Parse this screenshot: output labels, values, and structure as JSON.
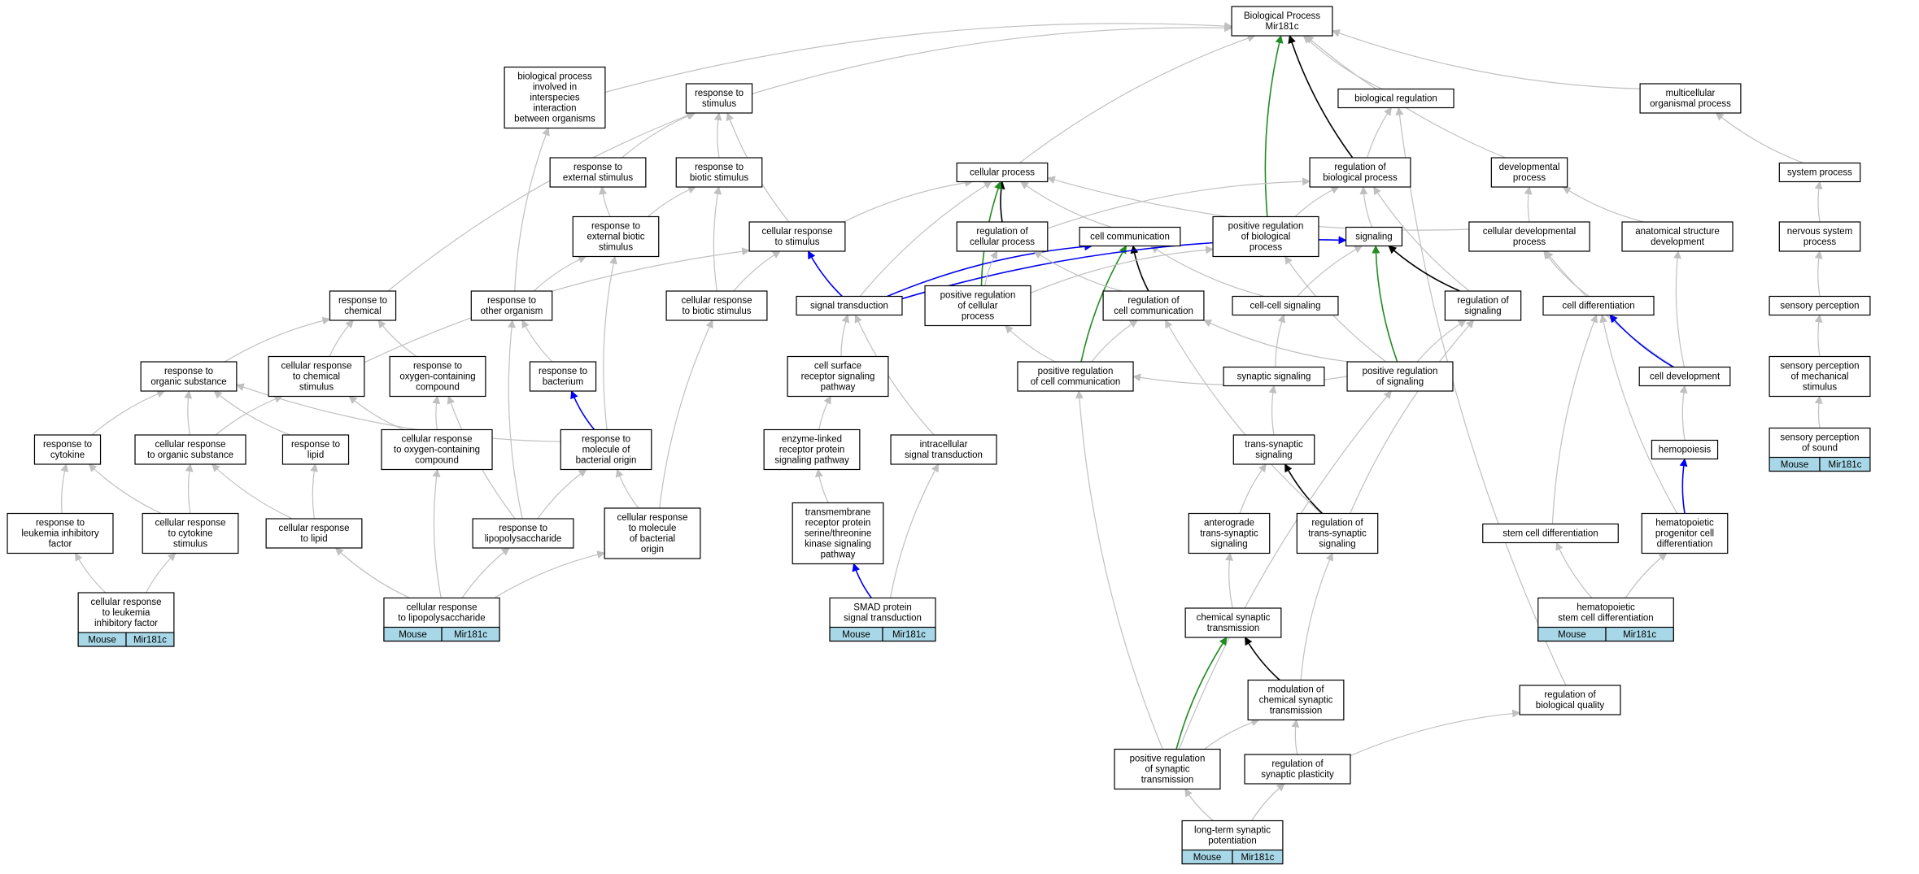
{
  "nodes": [
    {
      "id": "bp",
      "lines": [
        "Biological Process",
        "Mir181c"
      ]
    },
    {
      "id": "bpii",
      "lines": [
        "biological process",
        "involved in",
        "interspecies",
        "interaction",
        "between organisms"
      ]
    },
    {
      "id": "rts",
      "lines": [
        "response to",
        "stimulus"
      ]
    },
    {
      "id": "breg",
      "lines": [
        "biological regulation"
      ]
    },
    {
      "id": "mop",
      "lines": [
        "multicellular",
        "organismal process"
      ]
    },
    {
      "id": "rtes",
      "lines": [
        "response to",
        "external stimulus"
      ]
    },
    {
      "id": "rtbs",
      "lines": [
        "response to",
        "biotic stimulus"
      ]
    },
    {
      "id": "cp",
      "lines": [
        "cellular process"
      ]
    },
    {
      "id": "robp",
      "lines": [
        "regulation of",
        "biological process"
      ]
    },
    {
      "id": "dp",
      "lines": [
        "developmental",
        "process"
      ]
    },
    {
      "id": "sp",
      "lines": [
        "system process"
      ]
    },
    {
      "id": "rtebs",
      "lines": [
        "response to",
        "external biotic",
        "stimulus"
      ]
    },
    {
      "id": "crts",
      "lines": [
        "cellular response",
        "to stimulus"
      ]
    },
    {
      "id": "rocp",
      "lines": [
        "regulation of",
        "cellular process"
      ]
    },
    {
      "id": "cc",
      "lines": [
        "cell communication"
      ]
    },
    {
      "id": "prbp",
      "lines": [
        "positive regulation",
        "of biological",
        "process"
      ]
    },
    {
      "id": "sig",
      "lines": [
        "signaling"
      ]
    },
    {
      "id": "cdp",
      "lines": [
        "cellular developmental",
        "process"
      ]
    },
    {
      "id": "asd",
      "lines": [
        "anatomical structure",
        "development"
      ]
    },
    {
      "id": "nsp",
      "lines": [
        "nervous system",
        "process"
      ]
    },
    {
      "id": "rtc",
      "lines": [
        "response to",
        "chemical"
      ]
    },
    {
      "id": "rtoo",
      "lines": [
        "response to",
        "other organism"
      ]
    },
    {
      "id": "crtbs",
      "lines": [
        "cellular response",
        "to biotic stimulus"
      ]
    },
    {
      "id": "st",
      "lines": [
        "signal transduction"
      ]
    },
    {
      "id": "prcp",
      "lines": [
        "positive regulation",
        "of cellular",
        "process"
      ]
    },
    {
      "id": "rcc",
      "lines": [
        "regulation of",
        "cell communication"
      ]
    },
    {
      "id": "ccs",
      "lines": [
        "cell-cell signaling"
      ]
    },
    {
      "id": "ros",
      "lines": [
        "regulation of",
        "signaling"
      ]
    },
    {
      "id": "cd",
      "lines": [
        "cell differentiation"
      ]
    },
    {
      "id": "spc",
      "lines": [
        "sensory perception"
      ]
    },
    {
      "id": "rtos",
      "lines": [
        "response to",
        "organic substance"
      ]
    },
    {
      "id": "crtcs",
      "lines": [
        "cellular response",
        "to chemical",
        "stimulus"
      ]
    },
    {
      "id": "rtooc",
      "lines": [
        "response to",
        "oxygen-containing",
        "compound"
      ]
    },
    {
      "id": "rtb",
      "lines": [
        "response to",
        "bacterium"
      ]
    },
    {
      "id": "csrsp",
      "lines": [
        "cell surface",
        "receptor signaling",
        "pathway"
      ]
    },
    {
      "id": "prcc",
      "lines": [
        "positive regulation",
        "of cell communication"
      ]
    },
    {
      "id": "ss",
      "lines": [
        "synaptic signaling"
      ]
    },
    {
      "id": "prs",
      "lines": [
        "positive regulation",
        "of signaling"
      ]
    },
    {
      "id": "cdev",
      "lines": [
        "cell development"
      ]
    },
    {
      "id": "spms",
      "lines": [
        "sensory perception",
        "of mechanical",
        "stimulus"
      ]
    },
    {
      "id": "rtcy",
      "lines": [
        "response to",
        "cytokine"
      ]
    },
    {
      "id": "crtos",
      "lines": [
        "cellular response",
        "to organic substance"
      ]
    },
    {
      "id": "rtl",
      "lines": [
        "response to",
        "lipid"
      ]
    },
    {
      "id": "crtooc",
      "lines": [
        "cellular response",
        "to oxygen-containing",
        "compound"
      ]
    },
    {
      "id": "rtmbo",
      "lines": [
        "response to",
        "molecule of",
        "bacterial origin"
      ]
    },
    {
      "id": "elrsp",
      "lines": [
        "enzyme-linked",
        "receptor protein",
        "signaling pathway"
      ]
    },
    {
      "id": "ist",
      "lines": [
        "intracellular",
        "signal transduction"
      ]
    },
    {
      "id": "tss",
      "lines": [
        "trans-synaptic",
        "signaling"
      ]
    },
    {
      "id": "hemo",
      "lines": [
        "hemopoiesis"
      ]
    },
    {
      "id": "spos",
      "lines": [
        "sensory perception",
        "of sound"
      ],
      "badge": true
    },
    {
      "id": "rtlif",
      "lines": [
        "response to",
        "leukemia inhibitory",
        "factor"
      ]
    },
    {
      "id": "crtcys",
      "lines": [
        "cellular response",
        "to cytokine",
        "stimulus"
      ]
    },
    {
      "id": "crtl",
      "lines": [
        "cellular response",
        "to lipid"
      ]
    },
    {
      "id": "rtlps",
      "lines": [
        "response to",
        "lipopolysaccharide"
      ]
    },
    {
      "id": "crtmbo",
      "lines": [
        "cellular response",
        "to molecule",
        "of bacterial",
        "origin"
      ]
    },
    {
      "id": "trst",
      "lines": [
        "transmembrane",
        "receptor protein",
        "serine/threonine",
        "kinase signaling",
        "pathway"
      ]
    },
    {
      "id": "atss",
      "lines": [
        "anterograde",
        "trans-synaptic",
        "signaling"
      ]
    },
    {
      "id": "rtss",
      "lines": [
        "regulation of",
        "trans-synaptic",
        "signaling"
      ]
    },
    {
      "id": "scd",
      "lines": [
        "stem cell differentiation"
      ]
    },
    {
      "id": "hpcd",
      "lines": [
        "hematopoietic",
        "progenitor cell",
        "differentiation"
      ]
    },
    {
      "id": "crtlif",
      "lines": [
        "cellular response",
        "to leukemia",
        "inhibitory factor"
      ],
      "badge": true
    },
    {
      "id": "crtlps",
      "lines": [
        "cellular response",
        "to lipopolysaccharide"
      ],
      "badge": true
    },
    {
      "id": "smad",
      "lines": [
        "SMAD protein",
        "signal transduction"
      ],
      "badge": true
    },
    {
      "id": "hscd",
      "lines": [
        "hematopoietic",
        "stem cell differentiation"
      ],
      "badge": true
    },
    {
      "id": "cst",
      "lines": [
        "chemical synaptic",
        "transmission"
      ]
    },
    {
      "id": "mcst",
      "lines": [
        "modulation of",
        "chemical synaptic",
        "transmission"
      ]
    },
    {
      "id": "rbq",
      "lines": [
        "regulation of",
        "biological quality"
      ]
    },
    {
      "id": "prst",
      "lines": [
        "positive regulation",
        "of synaptic",
        "transmission"
      ]
    },
    {
      "id": "rsp",
      "lines": [
        "regulation of",
        "synaptic plasticity"
      ]
    },
    {
      "id": "ltp",
      "lines": [
        "long-term synaptic",
        "potentiation"
      ],
      "badge": true
    }
  ],
  "badge": {
    "organism": "Mouse",
    "gene": "Mir181c"
  },
  "edges": [
    [
      "bpii",
      "bp",
      "gray"
    ],
    [
      "rts",
      "bp",
      "gray"
    ],
    [
      "cp",
      "bp",
      "gray"
    ],
    [
      "breg",
      "bp",
      "gray"
    ],
    [
      "mop",
      "bp",
      "gray"
    ],
    [
      "dp",
      "bp",
      "gray"
    ],
    [
      "prbp",
      "bp",
      "green"
    ],
    [
      "robp",
      "bp",
      "black"
    ],
    [
      "rtes",
      "rts",
      "gray"
    ],
    [
      "rtbs",
      "rts",
      "gray"
    ],
    [
      "rtc",
      "rts",
      "gray"
    ],
    [
      "crts",
      "rts",
      "gray"
    ],
    [
      "rtebs",
      "rtes",
      "gray"
    ],
    [
      "rtebs",
      "rtbs",
      "gray"
    ],
    [
      "crtbs",
      "rtbs",
      "gray"
    ],
    [
      "rtoo",
      "bpii",
      "gray"
    ],
    [
      "rtoo",
      "rtebs",
      "gray"
    ],
    [
      "rtmbo",
      "rtebs",
      "gray"
    ],
    [
      "crts",
      "cp",
      "gray"
    ],
    [
      "st",
      "cp",
      "gray"
    ],
    [
      "cc",
      "cp",
      "gray"
    ],
    [
      "cdp",
      "cp",
      "gray"
    ],
    [
      "rocp",
      "cp",
      "black"
    ],
    [
      "prcp",
      "cp",
      "green"
    ],
    [
      "robp",
      "breg",
      "gray"
    ],
    [
      "rbq",
      "breg",
      "gray"
    ],
    [
      "prbp",
      "robp",
      "gray"
    ],
    [
      "rocp",
      "robp",
      "gray"
    ],
    [
      "ros",
      "robp",
      "gray"
    ],
    [
      "sig",
      "robp",
      "gray"
    ],
    [
      "cdp",
      "dp",
      "gray"
    ],
    [
      "asd",
      "dp",
      "gray"
    ],
    [
      "sp",
      "mop",
      "gray"
    ],
    [
      "nsp",
      "sp",
      "gray"
    ],
    [
      "spc",
      "nsp",
      "gray"
    ],
    [
      "spms",
      "spc",
      "gray"
    ],
    [
      "spos",
      "spms",
      "gray"
    ],
    [
      "st",
      "crts",
      "blue"
    ],
    [
      "crtbs",
      "crts",
      "gray"
    ],
    [
      "crtcs",
      "crts",
      "gray"
    ],
    [
      "st",
      "cc",
      "blue"
    ],
    [
      "rcc",
      "cc",
      "black"
    ],
    [
      "prcc",
      "cc",
      "green"
    ],
    [
      "ccs",
      "cc",
      "gray"
    ],
    [
      "st",
      "sig",
      "blue"
    ],
    [
      "ros",
      "sig",
      "black"
    ],
    [
      "prs",
      "sig",
      "green"
    ],
    [
      "ccs",
      "sig",
      "gray"
    ],
    [
      "prcp",
      "rocp",
      "gray"
    ],
    [
      "rcc",
      "rocp",
      "gray"
    ],
    [
      "prs",
      "prbp",
      "gray"
    ],
    [
      "prcp",
      "prbp",
      "gray"
    ],
    [
      "prcc",
      "prcp",
      "gray"
    ],
    [
      "prcc",
      "rcc",
      "gray"
    ],
    [
      "prs",
      "ros",
      "gray"
    ],
    [
      "prs",
      "rcc",
      "gray"
    ],
    [
      "prs",
      "prcc",
      "gray"
    ],
    [
      "rtss",
      "rcc",
      "gray"
    ],
    [
      "rtss",
      "ros",
      "gray"
    ],
    [
      "cd",
      "cdp",
      "gray"
    ],
    [
      "cdev",
      "cdp",
      "gray"
    ],
    [
      "cdev",
      "asd",
      "gray"
    ],
    [
      "cdev",
      "cd",
      "blue"
    ],
    [
      "rtos",
      "rtc",
      "gray"
    ],
    [
      "crtcs",
      "rtc",
      "gray"
    ],
    [
      "rtooc",
      "rtc",
      "gray"
    ],
    [
      "rtb",
      "rtoo",
      "gray"
    ],
    [
      "rtlps",
      "rtoo",
      "gray"
    ],
    [
      "rtmbo",
      "rtb",
      "blue"
    ],
    [
      "crtmbo",
      "crtbs",
      "gray"
    ],
    [
      "crtmbo",
      "rtmbo",
      "gray"
    ],
    [
      "rtcy",
      "rtos",
      "gray"
    ],
    [
      "crtos",
      "rtos",
      "gray"
    ],
    [
      "rtl",
      "rtos",
      "gray"
    ],
    [
      "rtmbo",
      "rtos",
      "gray"
    ],
    [
      "crtos",
      "crtcs",
      "gray"
    ],
    [
      "crtooc",
      "crtcs",
      "gray"
    ],
    [
      "crtooc",
      "rtooc",
      "gray"
    ],
    [
      "rtlps",
      "rtooc",
      "gray"
    ],
    [
      "csrsp",
      "st",
      "gray"
    ],
    [
      "ist",
      "st",
      "gray"
    ],
    [
      "elrsp",
      "csrsp",
      "gray"
    ],
    [
      "trst",
      "elrsp",
      "gray"
    ],
    [
      "smad",
      "trst",
      "blue"
    ],
    [
      "smad",
      "ist",
      "gray"
    ],
    [
      "ss",
      "ccs",
      "gray"
    ],
    [
      "tss",
      "ss",
      "gray"
    ],
    [
      "atss",
      "tss",
      "gray"
    ],
    [
      "rtss",
      "tss",
      "black"
    ],
    [
      "cst",
      "atss",
      "gray"
    ],
    [
      "mcst",
      "rtss",
      "gray"
    ],
    [
      "prst",
      "prs",
      "gray"
    ],
    [
      "prst",
      "prcc",
      "gray"
    ],
    [
      "prst",
      "mcst",
      "gray"
    ],
    [
      "prst",
      "cst",
      "green"
    ],
    [
      "mcst",
      "cst",
      "black"
    ],
    [
      "rsp",
      "mcst",
      "gray"
    ],
    [
      "rsp",
      "rbq",
      "gray"
    ],
    [
      "ltp",
      "prst",
      "gray"
    ],
    [
      "ltp",
      "rsp",
      "gray"
    ],
    [
      "hemo",
      "cdev",
      "gray"
    ],
    [
      "hpcd",
      "hemo",
      "blue"
    ],
    [
      "hpcd",
      "cd",
      "gray"
    ],
    [
      "scd",
      "cd",
      "gray"
    ],
    [
      "hscd",
      "scd",
      "gray"
    ],
    [
      "hscd",
      "hpcd",
      "gray"
    ],
    [
      "rtlif",
      "rtcy",
      "gray"
    ],
    [
      "crtcys",
      "rtcy",
      "gray"
    ],
    [
      "crtcys",
      "crtos",
      "gray"
    ],
    [
      "crtl",
      "crtos",
      "gray"
    ],
    [
      "crtl",
      "rtl",
      "gray"
    ],
    [
      "rtlps",
      "rtmbo",
      "gray"
    ],
    [
      "crtlif",
      "rtlif",
      "gray"
    ],
    [
      "crtlif",
      "crtcys",
      "gray"
    ],
    [
      "crtlps",
      "crtl",
      "gray"
    ],
    [
      "crtlps",
      "rtlps",
      "gray"
    ],
    [
      "crtlps",
      "crtooc",
      "gray"
    ],
    [
      "crtlps",
      "crtmbo",
      "gray"
    ]
  ],
  "colors": {
    "gray": "#c0c0c0",
    "black": "#000000",
    "green": "#228b22",
    "blue": "#0000ee",
    "badge": "#a8d8e8"
  }
}
